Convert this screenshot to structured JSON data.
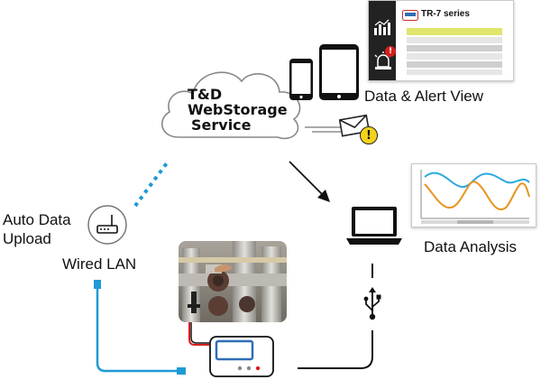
{
  "cloud": {
    "line1": "T&D",
    "line2": "WebStorage",
    "line3": "Service"
  },
  "data_alert_view": {
    "label": "Data & Alert View",
    "panel_title": "TR-7 series",
    "alert_mark": "!"
  },
  "data_analysis": {
    "label": "Data Analysis"
  },
  "left_labels": {
    "auto_upload_line1": "Auto Data",
    "auto_upload_line2": "Upload",
    "wired_lan": "Wired LAN"
  },
  "email_alert": {
    "mark": "!"
  },
  "colors": {
    "accent_blue": "#1e9ad6",
    "chart_blue": "#2aa8e0",
    "chart_orange": "#e8931f",
    "alert_yellow": "#f3d21c",
    "alert_red": "#d81e1e",
    "logger_screen": "#2f6db5"
  },
  "icons": [
    "cloud-icon",
    "smartphone-icon",
    "tablet-icon",
    "bar-chart-icon",
    "alarm-icon",
    "envelope-icon",
    "laptop-icon",
    "router-icon",
    "usb-icon",
    "data-logger-icon"
  ]
}
